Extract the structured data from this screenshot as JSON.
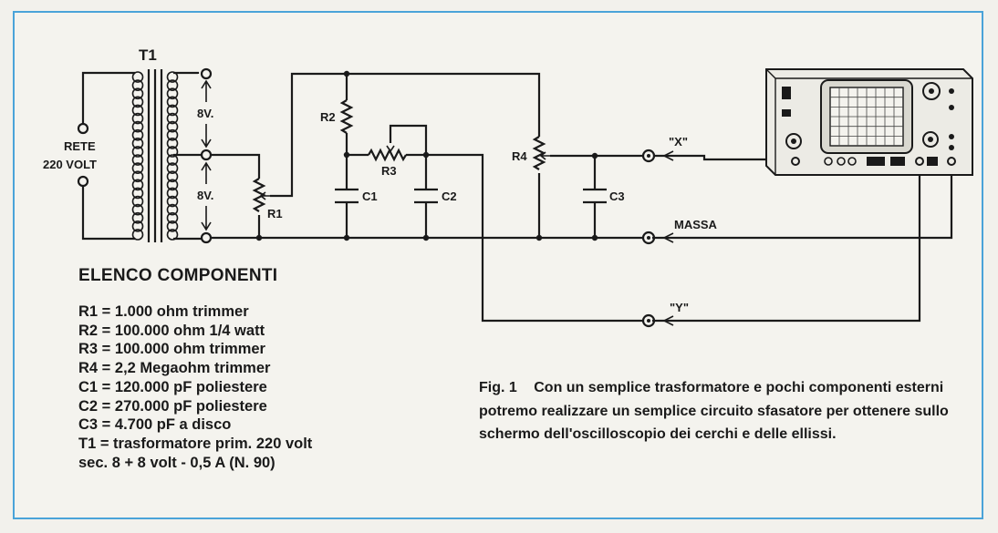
{
  "labels": {
    "t1": "T1",
    "rete_line1": "RETE",
    "rete_line2": "220 VOLT",
    "v_upper": "8V.",
    "v_lower": "8V.",
    "r1": "R1",
    "r2": "R2",
    "r3": "R3",
    "r4": "R4",
    "c1": "C1",
    "c2": "C2",
    "c3": "C3",
    "x_terminal": "\"X\"",
    "y_terminal": "\"Y\"",
    "massa": "MASSA"
  },
  "legend": {
    "title": "ELENCO COMPONENTI",
    "items": [
      "R1 = 1.000 ohm trimmer",
      "R2 = 100.000 ohm 1/4 watt",
      "R3 = 100.000 ohm trimmer",
      "R4 = 2,2 Megaohm trimmer",
      "C1 = 120.000 pF poliestere",
      "C2 = 270.000 pF poliestere",
      "C3 = 4.700 pF a disco",
      "T1 = trasformatore prim. 220 volt",
      "sec. 8 + 8 volt - 0,5 A (N. 90)"
    ]
  },
  "caption": {
    "figure": "Fig. 1",
    "text": "Con un semplice trasformatore e pochi componenti esterni potremo realizzare un semplice circuito sfasatore per ottenere sullo schermo dell'oscilloscopio dei cerchi e delle ellissi."
  },
  "colors": {
    "frame_border": "#4aa3d9",
    "background": "#f4f3ee",
    "ink": "#1a1a1a"
  }
}
